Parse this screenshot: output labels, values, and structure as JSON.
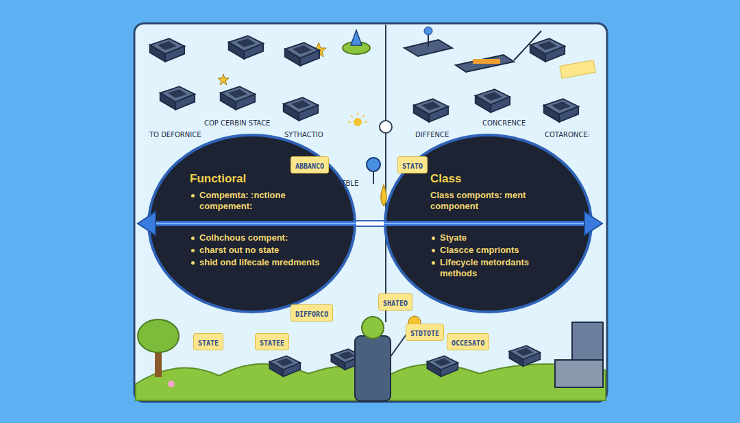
{
  "diagram": {
    "nodes": [
      {
        "text": [
          "Functioral",
          "Compemta: :nctione compement:",
          "Colhchous compent:",
          "charst out no state",
          "shid ond lifecale mredments"
        ]
      },
      {
        "text": [
          "Class",
          "Class componts: ment component",
          "Styate",
          "Clascce cmprionts",
          "Lifecycle metordants methods"
        ]
      },
      {
        "text": [
          "ABBANCO"
        ]
      },
      {
        "text": [
          "STATO"
        ]
      },
      {
        "text": [
          "DIFFORCO"
        ]
      },
      {
        "text": [
          "SHATEO"
        ]
      },
      {
        "text": [
          "STATE"
        ]
      },
      {
        "text": [
          "STATEE"
        ]
      },
      {
        "text": [
          "STDTOTE"
        ]
      },
      {
        "text": [
          "OCCESATO"
        ]
      }
    ],
    "edges": [
      {
        "from": 0,
        "to": 1,
        "arrow": "none"
      }
    ],
    "labels": [
      "TO DEFORNICE",
      "COP CERBIN STACE",
      "SYTHACTIO",
      "DIFFENCE",
      "CONCRENCE",
      "COTARONCE:",
      "STBLE"
    ]
  }
}
